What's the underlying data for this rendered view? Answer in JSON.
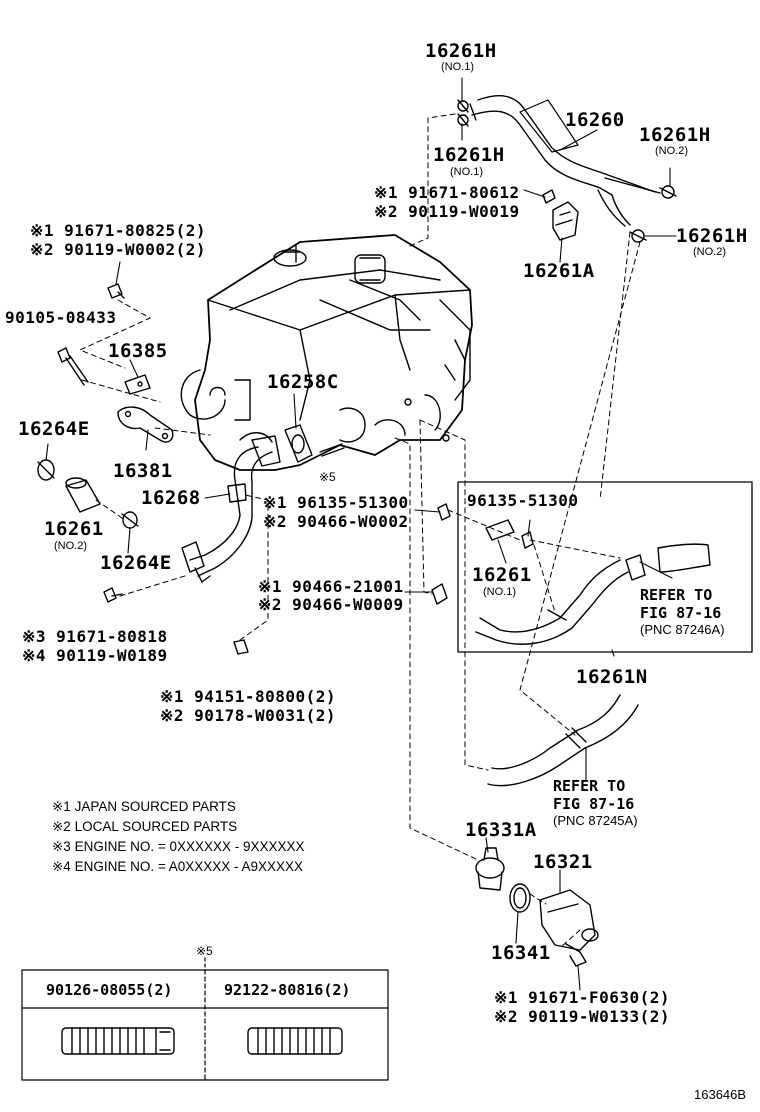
{
  "labels": {
    "p16261H_top": "16261H",
    "p16261H_top_sub": "(NO.1)",
    "p16261H_mid": "16261H",
    "p16261H_mid_sub": "(NO.1)",
    "p16260": "16260",
    "p16261H_r1": "16261H",
    "p16261H_r1_sub": "(NO.2)",
    "p16261H_r2": "16261H",
    "p16261H_r2_sub": "(NO.2)",
    "bolt_a_1": "※1 91671-80612",
    "bolt_a_2": "※2 90119-W0019",
    "p16261A": "16261A",
    "bolt_b_1": "※1 91671-80825(2)",
    "bolt_b_2": "※2 90119-W0002(2)",
    "p90105": "90105-08433",
    "p16385": "16385",
    "p16258C": "16258C",
    "p16264E_1": "16264E",
    "p16381": "16381",
    "x5_small": "※5",
    "p16268": "16268",
    "p16261_no2": "16261",
    "p16261_no2_sub": "(NO.2)",
    "p16264E_2": "16264E",
    "clamp_a_1": "※1 96135-51300",
    "clamp_a_2": "※2 90466-W0002",
    "box_clamp": "96135-51300",
    "p16261_no1": "16261",
    "p16261_no1_sub": "(NO.1)",
    "ref1_line1": "REFER TO",
    "ref1_line2": "FIG 87-16",
    "ref1_line3": "(PNC 87246A)",
    "clamp_b_1": "※1 90466-21001",
    "clamp_b_2": "※2 90466-W0009",
    "bolt_c_1": "※3 91671-80818",
    "bolt_c_2": "※4 90119-W0189",
    "p16261N": "16261N",
    "nut_1": "※1 94151-80800(2)",
    "nut_2": "※2 90178-W0031(2)",
    "ref2_line1": "REFER TO",
    "ref2_line2": "FIG 87-16",
    "ref2_line3": "(PNC 87245A)",
    "p16331A": "16331A",
    "p16321": "16321",
    "p16341": "16341",
    "bolt_d_1": "※1 91671-F0630(2)",
    "bolt_d_2": "※2 90119-W0133(2)"
  },
  "notes": [
    "※1 JAPAN SOURCED PARTS",
    "※2 LOCAL SOURCED PARTS",
    "※3 ENGINE NO. = 0XXXXXX - 9XXXXXX",
    "※4 ENGINE NO. = A0XXXXX - A9XXXXX"
  ],
  "table": {
    "marker": "※5",
    "col1": "90126-08055(2)",
    "col2": "92122-80816(2)"
  },
  "figure_id": "163646B"
}
